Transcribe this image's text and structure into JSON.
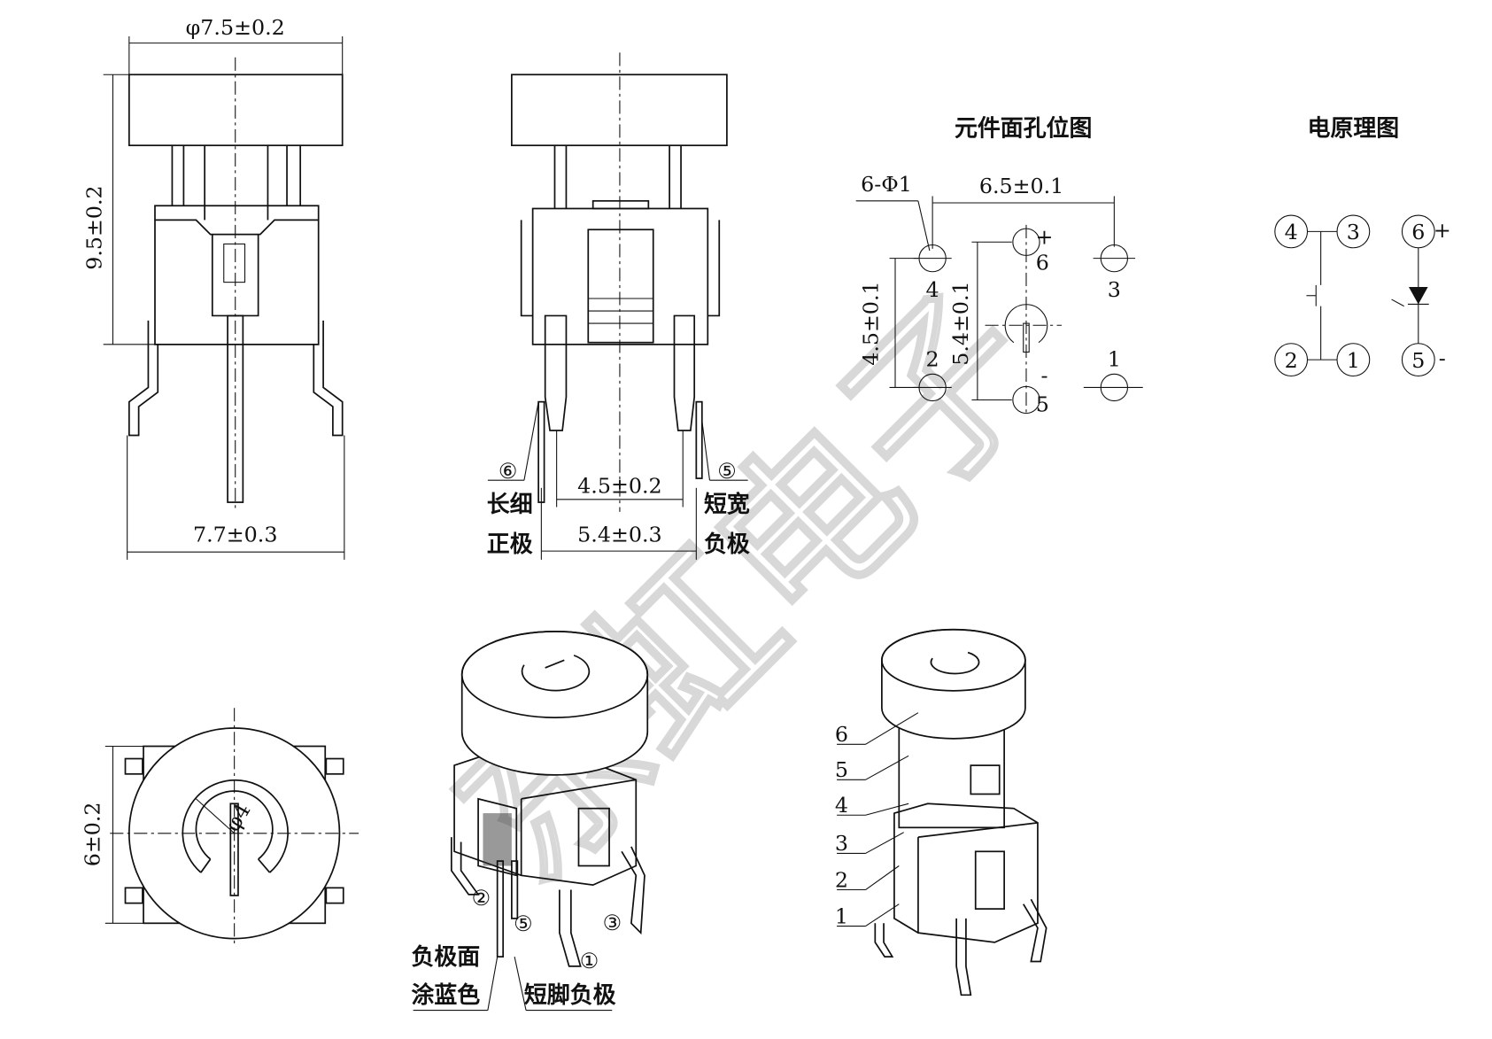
{
  "front_view": {
    "cap_diameter": "φ7.5±0.2",
    "height": "9.5±0.2",
    "width": "7.7±0.3"
  },
  "side_view": {
    "pin_spacing_inner": "4.5±0.2",
    "pin_spacing_outer": "5.4±0.3",
    "pin6": {
      "number": "⑥",
      "line1": "长细",
      "line2": "正极"
    },
    "pin5": {
      "number": "⑤",
      "line1": "短宽",
      "line2": "负极"
    }
  },
  "hole_layout": {
    "title": "元件面孔位图",
    "hole_spec": "6-Φ1",
    "horizontal_spacing": "6.5±0.1",
    "vertical_spacing_a": "4.5±0.1",
    "vertical_spacing_b": "5.4±0.1",
    "holes": [
      "4",
      "6",
      "3",
      "2",
      "5",
      "1"
    ],
    "plus": "+",
    "minus": "-"
  },
  "schematic": {
    "title": "电原理图",
    "pins": [
      "4",
      "3",
      "2",
      "1",
      "6",
      "5"
    ],
    "plus": "+",
    "minus": "-"
  },
  "bottom_view": {
    "height": "6±0.2",
    "symbol_diameter": "φ4"
  },
  "iso_view_1": {
    "pins": [
      "②",
      "⑤",
      "③",
      "①"
    ],
    "note_left_1": "负极面",
    "note_left_2": "涂蓝色",
    "note_right": "短脚负极"
  },
  "iso_view_2": {
    "callouts": [
      "6",
      "5",
      "4",
      "3",
      "2",
      "1"
    ]
  },
  "watermark": "东虹电子"
}
